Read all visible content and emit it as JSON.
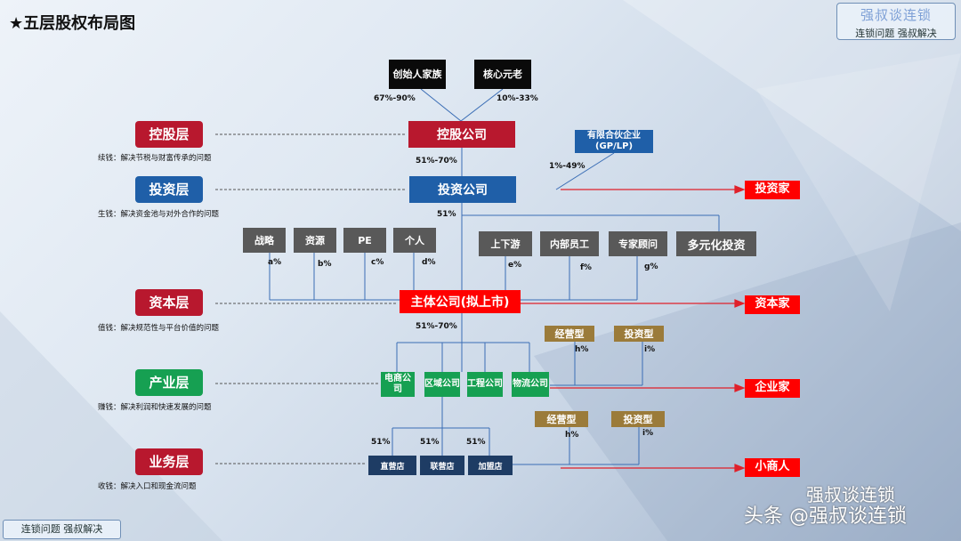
{
  "page_title": "五层股权布局图",
  "star": "★",
  "brand": {
    "main": "强叔谈连锁",
    "sub": "连锁问题  强叔解决"
  },
  "footer": "连锁问题  强叔解决",
  "layers": [
    {
      "label": "控股层",
      "desc": "续钱：解决节税与财富传承的问题"
    },
    {
      "label": "投资层",
      "desc": "生钱：解决资金池与对外合作的问题"
    },
    {
      "label": "资本层",
      "desc": "值钱：解决规范性与平台价值的问题"
    },
    {
      "label": "产业层",
      "desc": "赚钱：解决利润和快速发展的问题"
    },
    {
      "label": "业务层",
      "desc": "收钱：解决入口和现金流问题"
    }
  ],
  "top_nodes": {
    "founder": "创始人家族",
    "core": "核心元老",
    "founder_pct": "67%-90%",
    "core_pct": "10%-33%"
  },
  "holding": "控股公司",
  "holding_pct": "51%-70%",
  "partnership": "有限合伙企业(GP/LP)",
  "partnership_pct": "1%-49%",
  "investment": "投资公司",
  "investment_pct": "51%",
  "left_partners": [
    {
      "label": "战略",
      "pct": "a%"
    },
    {
      "label": "资源",
      "pct": "b%"
    },
    {
      "label": "PE",
      "pct": "c%"
    },
    {
      "label": "个人",
      "pct": "d%"
    }
  ],
  "right_partners": [
    {
      "label": "上下游",
      "pct": "e%"
    },
    {
      "label": "内部员工",
      "pct": "f%"
    },
    {
      "label": "专家顾问",
      "pct": "g%"
    }
  ],
  "diversified": "多元化投资",
  "main_company": "主体公司(拟上市)",
  "main_pct": "51%-70%",
  "industry_invest": [
    {
      "label": "经营型",
      "pct": "h%"
    },
    {
      "label": "投资型",
      "pct": "i%"
    }
  ],
  "industry_companies": [
    "电商公司",
    "区域公司",
    "工程公司",
    "物流公司"
  ],
  "business_pcts": [
    "51%",
    "51%",
    "51%"
  ],
  "business_stores": [
    "直营店",
    "联营店",
    "加盟店"
  ],
  "business_invest": [
    {
      "label": "经营型",
      "pct": "h%"
    },
    {
      "label": "投资型",
      "pct": "i%"
    }
  ],
  "targets": [
    "投资家",
    "资本家",
    "企业家",
    "小商人"
  ],
  "watermark": {
    "line1": "强叔谈连锁",
    "line2": "头条 @强叔谈连锁"
  }
}
